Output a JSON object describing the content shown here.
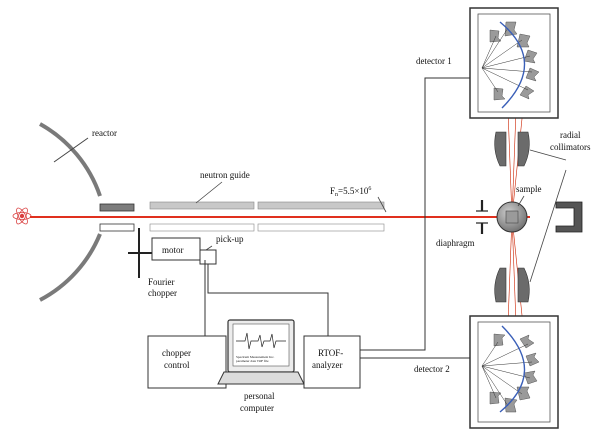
{
  "labels": {
    "reactor": "reactor",
    "neutron_guide": "neutron guide",
    "flux_prefix": "F",
    "flux_sub": "n",
    "flux_value": "=5.5×10",
    "flux_exp": "6",
    "motor": "motor",
    "pickup": "pick-up",
    "fourier_chopper_1": "Fourier",
    "fourier_chopper_2": "chopper",
    "chopper_control_1": "chopper",
    "chopper_control_2": "control",
    "personal_computer_1": "personal",
    "personal_computer_2": "computer",
    "rtof_analyzer_1": "RTOF-",
    "rtof_analyzer_2": "analyzer",
    "detector_1": "detector 1",
    "detector_2": "detector 2",
    "radial_collimators_1": "radial",
    "radial_collimators_2": "collimators",
    "sample": "sample",
    "diaphragm": "diaphragm",
    "screen_line_1": "Spectrum Measurement Inc.",
    "screen_line_2": "parameter data TOF file"
  },
  "colors": {
    "beam": "#e0301e",
    "reflect": "#cc2200",
    "detector_blue": "#3a5fb8",
    "detector_fill": "#9a9a9a",
    "sample": "#8c8c8c",
    "guide": "#c8c8c8",
    "lines": "#333333",
    "atom": "#d94040"
  }
}
